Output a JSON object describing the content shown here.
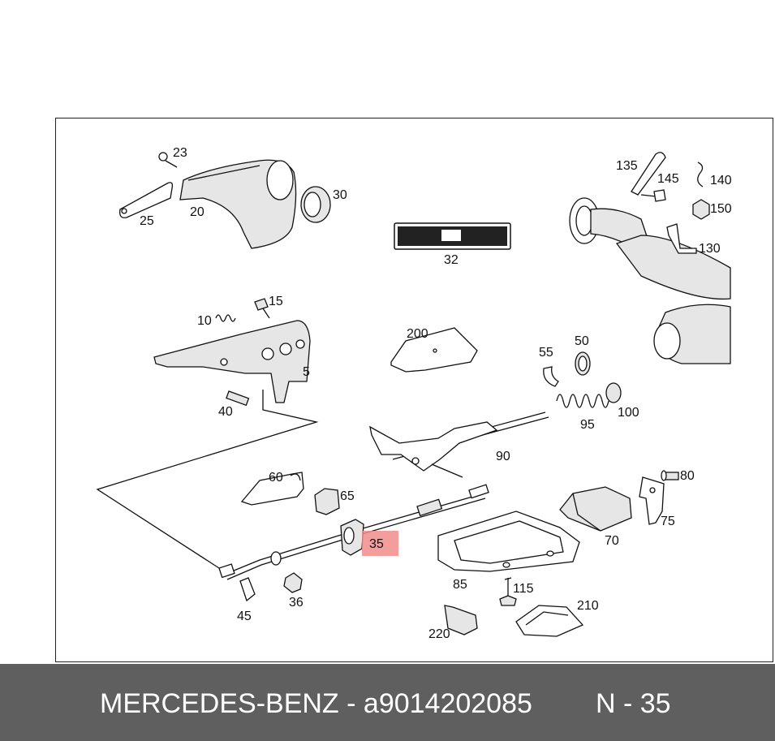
{
  "diagram": {
    "labels": {
      "p5": "5",
      "p10": "10",
      "p15": "15",
      "p20": "20",
      "p23": "23",
      "p25": "25",
      "p30": "30",
      "p32": "32",
      "p35": "35",
      "p36": "36",
      "p40": "40",
      "p45": "45",
      "p50": "50",
      "p55": "55",
      "p60": "60",
      "p65": "65",
      "p70": "70",
      "p75": "75",
      "p80": "80",
      "p85": "85",
      "p90": "90",
      "p95": "95",
      "p100": "100",
      "p115": "115",
      "p130": "130",
      "p135": "135",
      "p140": "140",
      "p145": "145",
      "p150": "150",
      "p200": "200",
      "p210": "210",
      "p220": "220"
    },
    "highlighted_part": "35",
    "highlight_color": "#f28c8c"
  },
  "footer": {
    "left_text": "MERCEDES-BENZ - a9014202085",
    "right_text": "N - 35",
    "background_color": "#5f5f5f"
  }
}
